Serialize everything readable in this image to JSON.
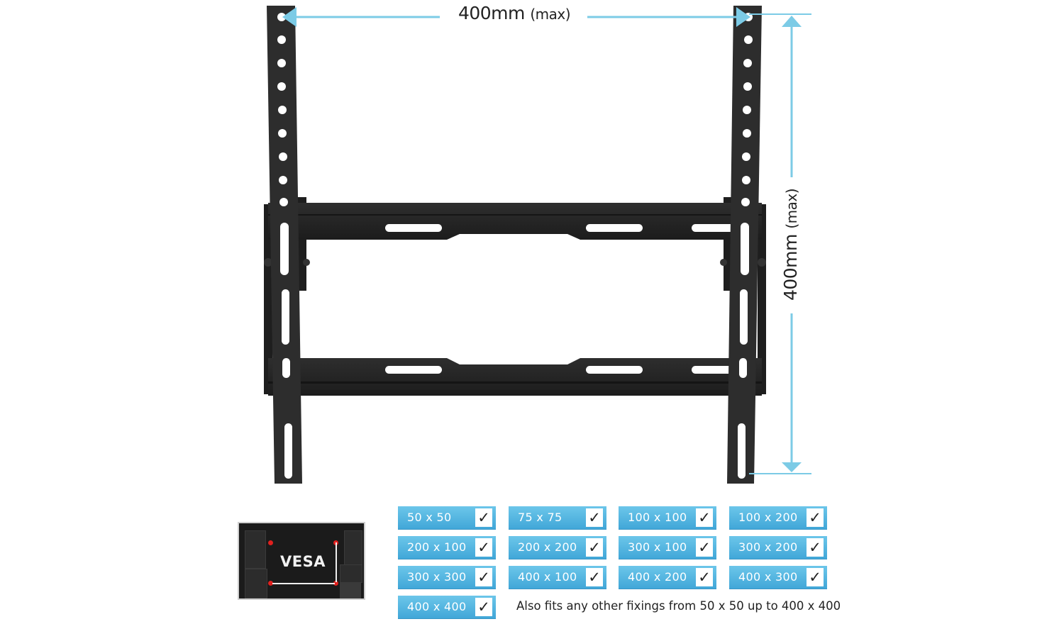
{
  "diagram": {
    "subject": "tilting TV wall bracket",
    "colors": {
      "bracket": "#2a2a2a",
      "dimension_line": "#7ccbe6",
      "badge_top": "#6cc6ea",
      "badge_bottom": "#41a7d8",
      "vesa_dot": "#e0201e"
    },
    "width_dimension": {
      "value": "400",
      "unit": "mm",
      "qualifier": "(max)"
    },
    "height_dimension": {
      "value": "400",
      "unit": "mm",
      "qualifier": "(max)"
    }
  },
  "vesa_image": {
    "label": "VESA",
    "icon": "tv-back-vesa-holes"
  },
  "vesa_sizes": [
    {
      "label": "50 x 50",
      "supported": true,
      "check": "✓"
    },
    {
      "label": "75 x 75",
      "supported": true,
      "check": "✓"
    },
    {
      "label": "100 x 100",
      "supported": true,
      "check": "✓"
    },
    {
      "label": "100 x 200",
      "supported": true,
      "check": "✓"
    },
    {
      "label": "200 x 100",
      "supported": true,
      "check": "✓"
    },
    {
      "label": "200 x 200",
      "supported": true,
      "check": "✓"
    },
    {
      "label": "300 x 100",
      "supported": true,
      "check": "✓"
    },
    {
      "label": "300 x 200",
      "supported": true,
      "check": "✓"
    },
    {
      "label": "300 x 300",
      "supported": true,
      "check": "✓"
    },
    {
      "label": "400 x 100",
      "supported": true,
      "check": "✓"
    },
    {
      "label": "400 x 200",
      "supported": true,
      "check": "✓"
    },
    {
      "label": "400 x 300",
      "supported": true,
      "check": "✓"
    },
    {
      "label": "400 x 400",
      "supported": true,
      "check": "✓"
    }
  ],
  "note": "Also fits any other fixings from 50 x 50 up to 400 x 400"
}
